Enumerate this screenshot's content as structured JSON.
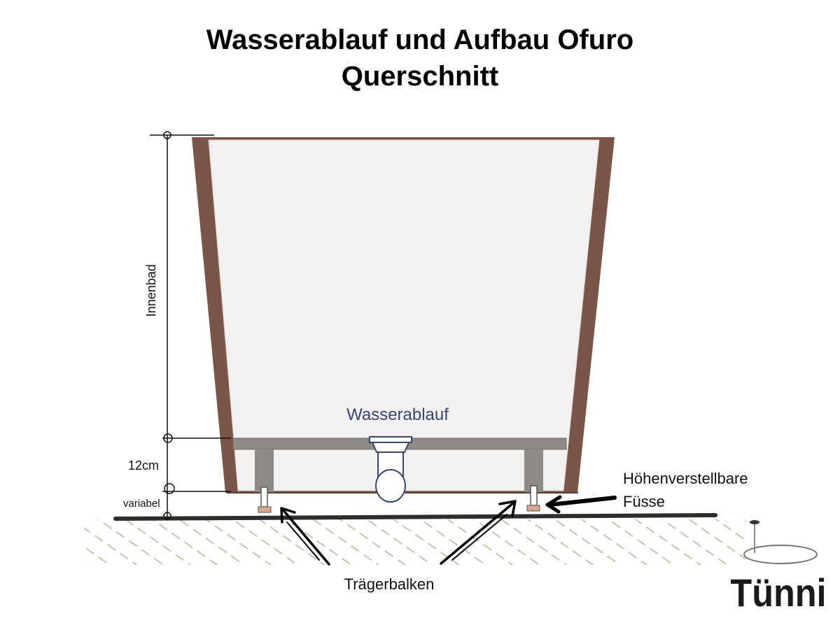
{
  "title": {
    "line1": "Wasserablauf und Aufbau Ofuro",
    "line2": "Querschnitt"
  },
  "labels": {
    "drain": "Wasserablauf",
    "inner_bath": "Innenbad",
    "height_12cm": "12cm",
    "variable": "variabel",
    "adjustable_feet_line1": "Höhenverstellbare",
    "adjustable_feet_line2": "Füsse",
    "support_beams": "Trägerbalken"
  },
  "logo": {
    "text": "Tünni"
  },
  "colors": {
    "tub_wood": "#7a5446",
    "tub_liner": "#f3f1ef",
    "drain_label": "#3a4672",
    "beam": "#8f8a87",
    "ground": "#2d2d2d",
    "hatch": "#c9b8a8",
    "foot_pad": "#d6a98c"
  }
}
